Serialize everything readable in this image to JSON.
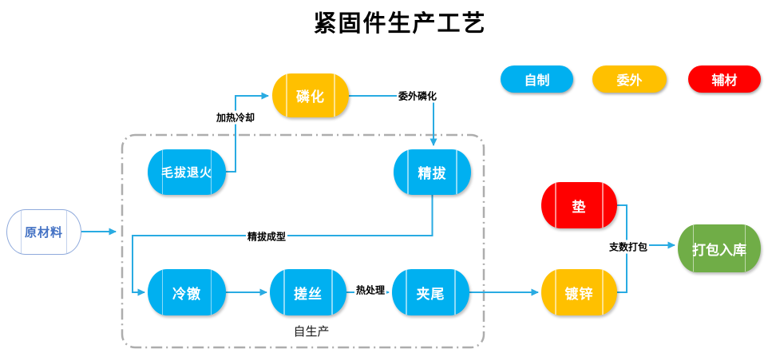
{
  "title": "紧固件生产工艺",
  "legend": [
    {
      "id": "self-made",
      "label": "自制",
      "color": "#00B0F0"
    },
    {
      "id": "outsourced",
      "label": "委外",
      "color": "#FFC000"
    },
    {
      "id": "auxiliary",
      "label": "辅材",
      "color": "#FF0000"
    }
  ],
  "group": {
    "label": "自生产"
  },
  "nodes": {
    "raw_material": {
      "label": "原材料",
      "type": "raw-material"
    },
    "phosphating": {
      "label": "磷化",
      "type": "outsourced"
    },
    "rough_draw_annealing": {
      "label": "毛拔退火",
      "type": "self-made"
    },
    "fine_drawing": {
      "label": "精拔",
      "type": "self-made"
    },
    "cold_heading": {
      "label": "冷镦",
      "type": "self-made"
    },
    "thread_rolling": {
      "label": "搓丝",
      "type": "self-made"
    },
    "tail_clamping": {
      "label": "夹尾",
      "type": "self-made"
    },
    "galvanizing": {
      "label": "镀锌",
      "type": "outsourced"
    },
    "washer": {
      "label": "垫",
      "type": "auxiliary"
    },
    "packing_warehousing": {
      "label": "打包入库",
      "type": "finished"
    }
  },
  "edge_labels": {
    "heating_cooling": "加热冷却",
    "outsourced_phosphating": "委外磷化",
    "fine_drawing_forming": "精拔成型",
    "heat_treatment": "热处理",
    "count_packing": "支数打包"
  },
  "colors": {
    "self_made_blue": "#00B0F0",
    "outsourced_yellow": "#FFC000",
    "auxiliary_red": "#FF0000",
    "finished_green": "#70AD47",
    "edge_blue": "#29ABE2",
    "raw_border_blue": "#8FAADC",
    "raw_text_blue": "#4472C4",
    "group_border_gray": "#ADADAD"
  }
}
